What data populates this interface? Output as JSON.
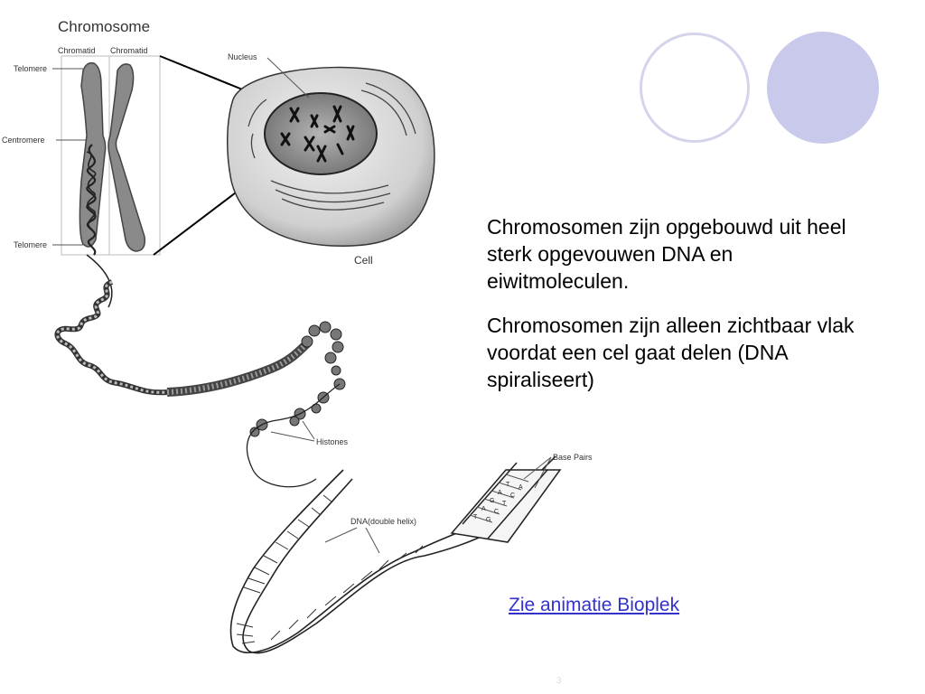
{
  "figure": {
    "title": "Chromosome",
    "labels": {
      "chromatid_left": "Chromatid",
      "chromatid_right": "Chromatid",
      "telomere_top": "Telomere",
      "centromere": "Centromere",
      "telomere_bottom": "Telomere",
      "nucleus": "Nucleus",
      "cell": "Cell",
      "histones": "Histones",
      "base_pairs": "Base Pairs",
      "dna": "DNA(double helix)"
    },
    "base_letters": [
      "T",
      "G",
      "A",
      "C",
      "G",
      "T",
      "A",
      "C",
      "T",
      "A"
    ]
  },
  "body_text": [
    "Chromosomen zijn opgebouwd uit heel sterk opgevouwen DNA en eiwitmoleculen.",
    "Chromosomen zijn alleen zichtbaar vlak voordat een cel gaat delen (DNA spiraliseert)"
  ],
  "link_text": "Zie animatie Bioplek",
  "page_number": "3",
  "colors": {
    "deco_outline": "#d4d4ec",
    "deco_filled": "#c9c9ec",
    "link": "#3333cc",
    "chromosome_fill": "#8a8a8a",
    "cell_fill": "#dcdcdc",
    "nucleus_fill": "#9a9a9a"
  }
}
